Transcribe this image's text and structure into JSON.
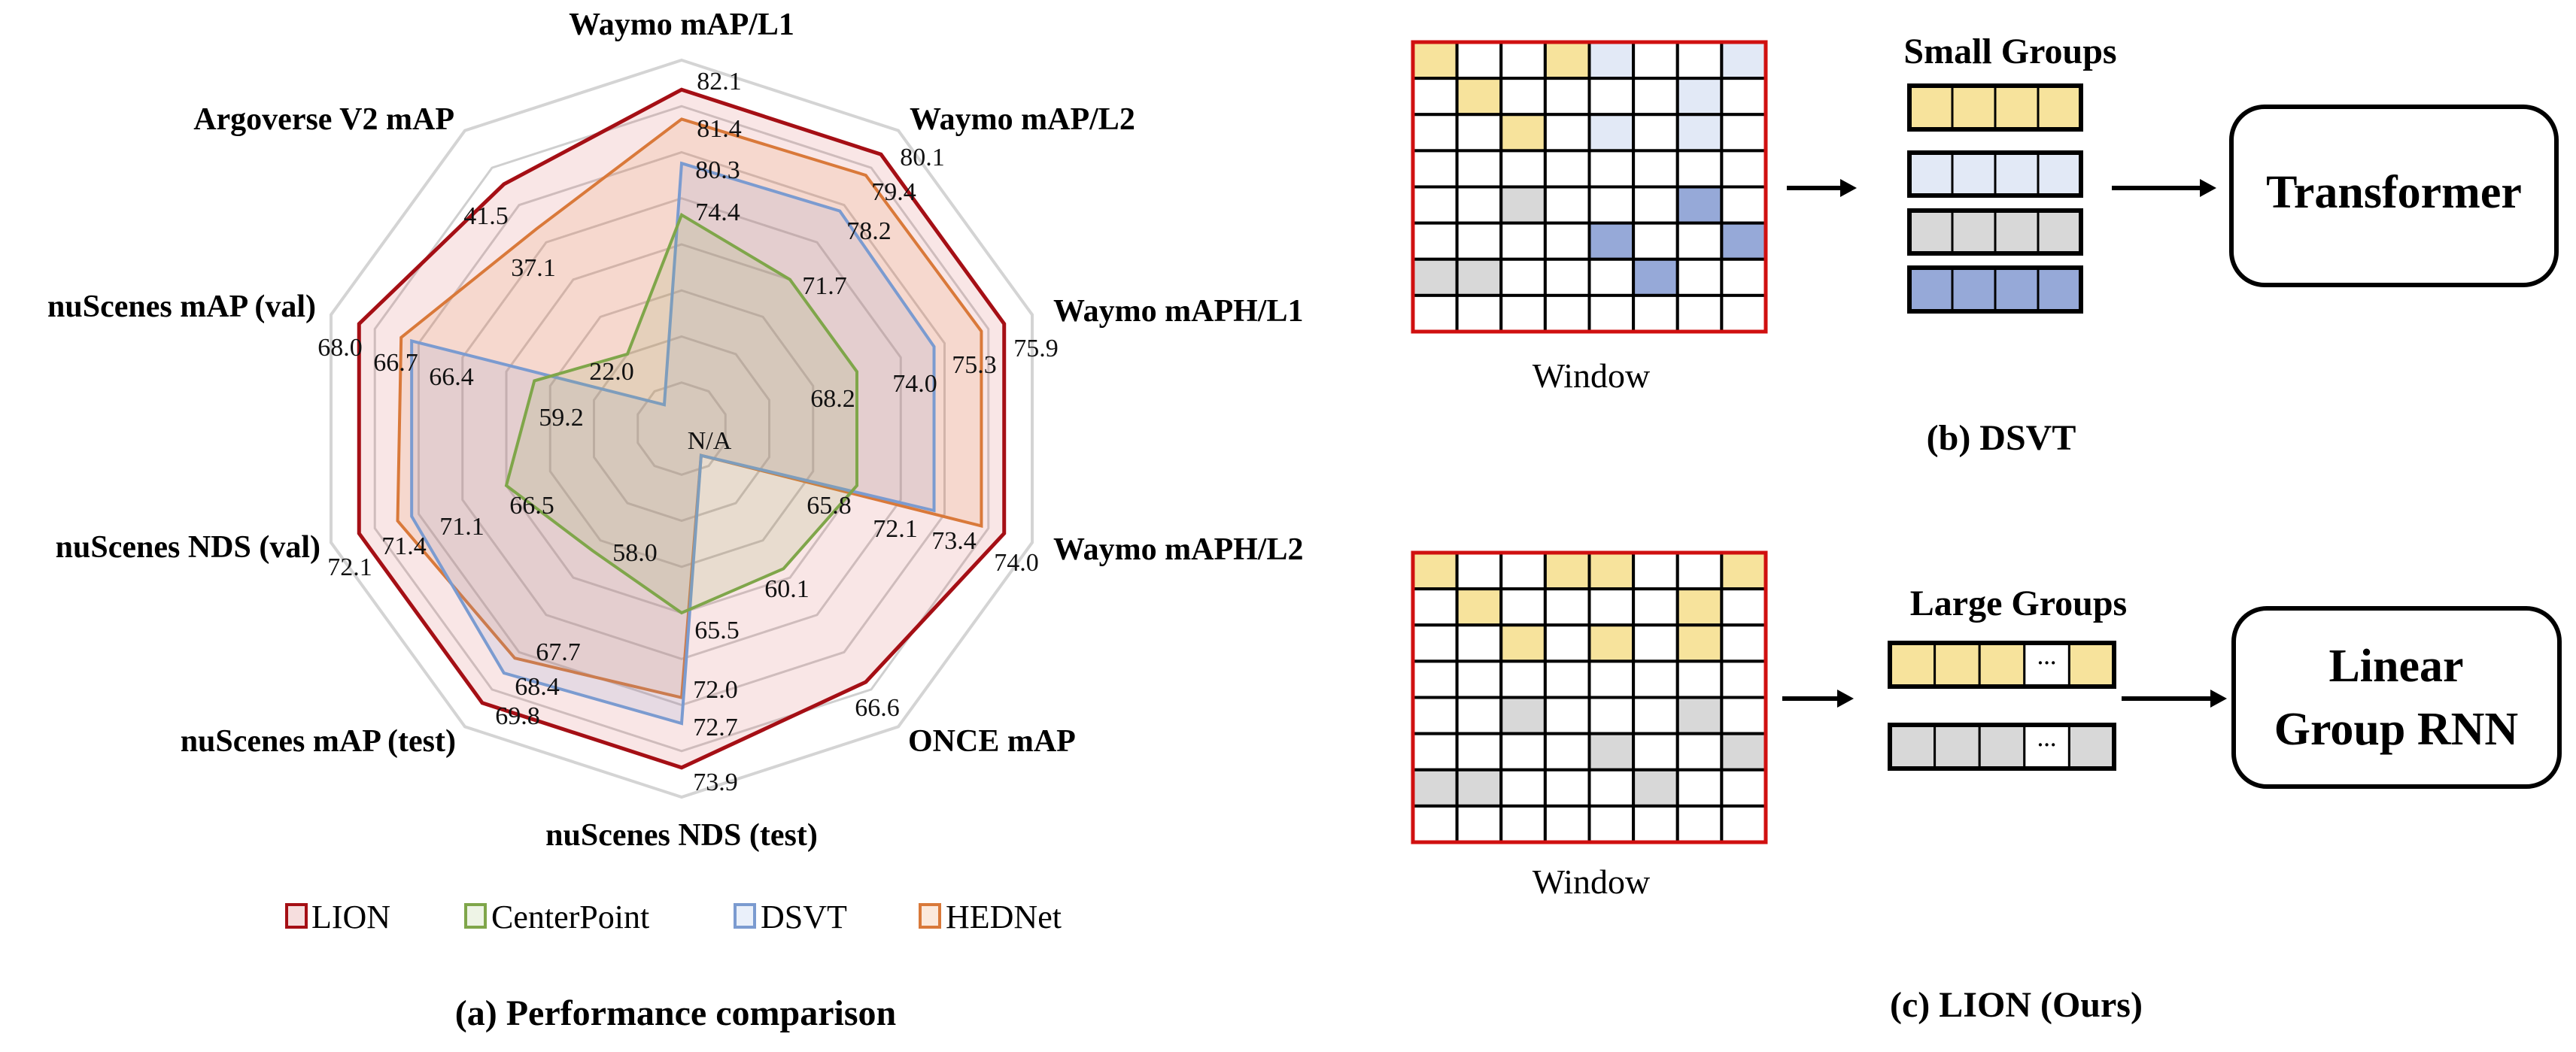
{
  "chart_data": {
    "type": "radar",
    "title": "",
    "caption": "(a) Performance comparison",
    "axes": [
      "Waymo mAP/L1",
      "Waymo mAP/L2",
      "Waymo mAPH/L1",
      "Waymo mAPH/L2",
      "ONCE mAP",
      "nuScenes NDS (test)",
      "nuScenes mAP (test)",
      "nuScenes NDS (val)",
      "nuScenes mAP (val)",
      "Argoverse V2 mAP"
    ],
    "na_label": "N/A",
    "grid": true,
    "legend_position": "bottom",
    "series": [
      {
        "name": "LION",
        "color": "#a50f15",
        "values": [
          82.1,
          80.1,
          75.9,
          74.0,
          66.6,
          73.9,
          69.8,
          72.1,
          68.0,
          41.5
        ]
      },
      {
        "name": "CenterPoint",
        "color": "#7fa64a",
        "values": [
          74.4,
          71.7,
          68.2,
          65.8,
          60.1,
          65.5,
          58.0,
          66.5,
          59.2,
          22.0
        ]
      },
      {
        "name": "DSVT",
        "color": "#7b9bd0",
        "values": [
          80.3,
          78.2,
          74.0,
          72.1,
          null,
          72.7,
          68.4,
          71.1,
          66.4,
          null
        ]
      },
      {
        "name": "HEDNet",
        "color": "#d9793a",
        "values": [
          81.4,
          79.4,
          75.3,
          73.4,
          null,
          72.0,
          67.7,
          71.4,
          66.7,
          37.1
        ]
      }
    ]
  },
  "dsvt": {
    "window_label": "Window",
    "groups_title": "Small Groups",
    "block_label": "Transformer",
    "caption": "(b) DSVT"
  },
  "lion": {
    "window_label": "Window",
    "groups_title": "Large Groups",
    "block_line1": "Linear",
    "block_line2": "Group RNN",
    "ellipsis": "···",
    "caption": "(c) LION (Ours)"
  },
  "colors": {
    "yellow": "#f7e39c",
    "light_blue": "#e2e9f6",
    "gray": "#d8d8d8",
    "blue": "#96a9d8",
    "window_border": "#d01010"
  }
}
